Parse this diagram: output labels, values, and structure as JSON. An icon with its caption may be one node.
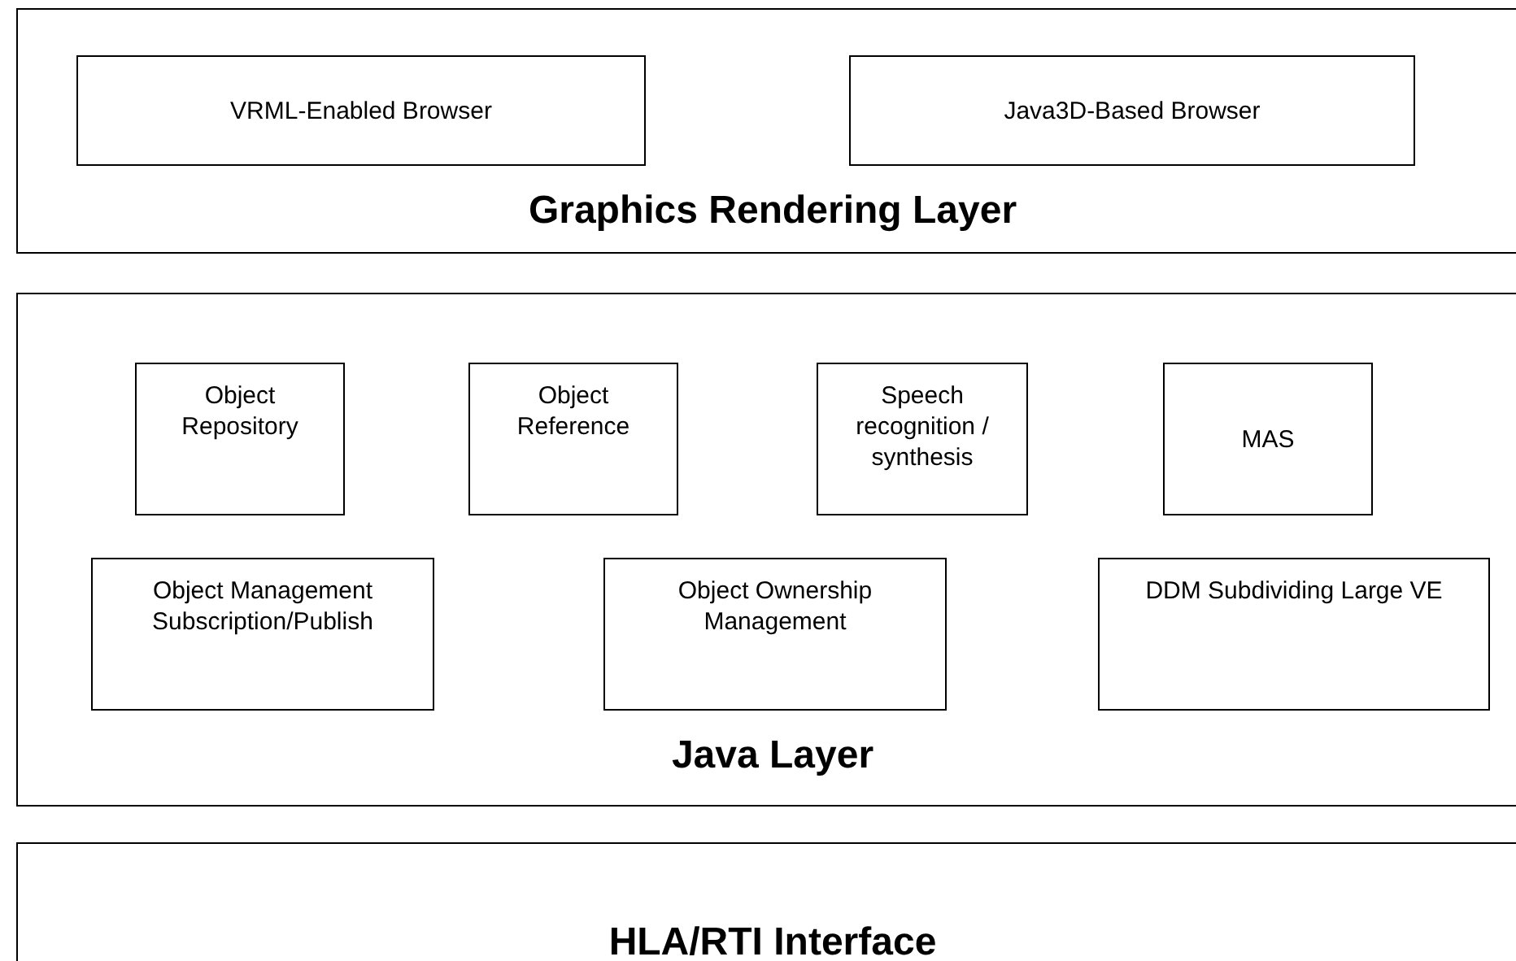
{
  "diagram": {
    "nodes": [
      {
        "text": [
          "Graphics Rendering Layer"
        ]
      },
      {
        "text": [
          "VRML-Enabled Browser"
        ],
        "in": 0
      },
      {
        "text": [
          "Java3D-Based Browser"
        ],
        "in": 0
      },
      {
        "text": [
          "Java Layer"
        ]
      },
      {
        "text": [
          "Object Repository"
        ],
        "in": 3
      },
      {
        "text": [
          "Object Reference"
        ],
        "in": 3
      },
      {
        "text": [
          "Speech recognition / synthesis"
        ],
        "in": 3
      },
      {
        "text": [
          "MAS"
        ],
        "in": 3
      },
      {
        "text": [
          "Object Management Subscription/Publish"
        ],
        "in": 3
      },
      {
        "text": [
          "Object Ownership Management"
        ],
        "in": 3
      },
      {
        "text": [
          "DDM Subdividing Large VE"
        ],
        "in": 3
      },
      {
        "text": [
          "HLA/RTI Interface"
        ]
      }
    ]
  }
}
